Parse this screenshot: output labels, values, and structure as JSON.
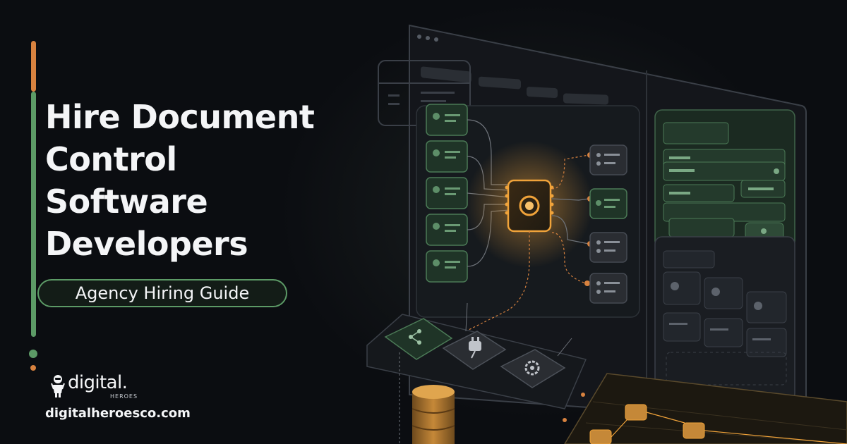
{
  "headline": {
    "lines": [
      "Hire Document",
      "Control",
      "Software",
      "Developers"
    ]
  },
  "subtitle": "Agency Hiring Guide",
  "brand": {
    "logo_text": "digital.",
    "logo_sub": "HEROES",
    "url": "digitalheroesco.com"
  },
  "icons": {
    "mascot": "hero-mascot-icon",
    "chip": "central-chip-icon",
    "share": "share-network-icon",
    "plug": "plug-icon",
    "gear": "gear-icon",
    "database": "database-icon"
  },
  "colors": {
    "background": "#0b0d11",
    "accent_orange": "#d8823f",
    "accent_green": "#5c9a66",
    "text": "#f4f5f7",
    "chip_glow": "#f0a33a"
  }
}
